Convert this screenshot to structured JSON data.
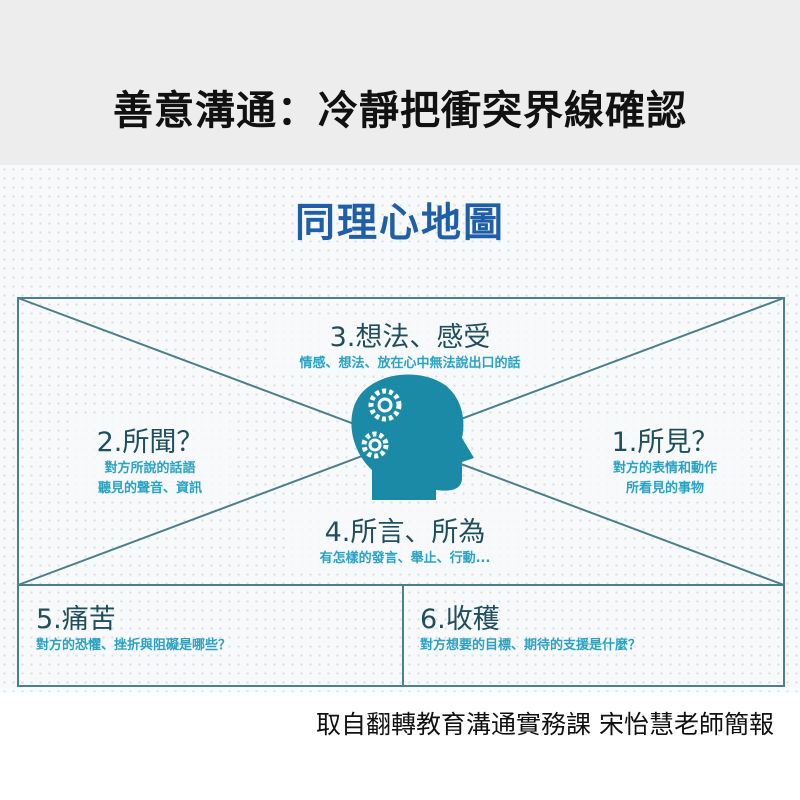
{
  "title": "善意溝通：冷靜把衝突界線確認",
  "diagram": {
    "heading": "同理心地圖",
    "q3": {
      "title": "3.想法、感受",
      "desc": "情感、想法、放在心中無法說出口的話"
    },
    "q2": {
      "title": "2.所聞？",
      "desc1": "對方所說的話語",
      "desc2": "聽見的聲音、資訊"
    },
    "q1": {
      "title": "1.所見？",
      "desc1": "對方的表情和動作",
      "desc2": "所看見的事物"
    },
    "q4": {
      "title": "4.所言、所為",
      "desc": "有怎樣的發言、舉止、行動..."
    },
    "q5": {
      "title": "5.痛苦",
      "desc": "對方的恐懼、挫折與阻礙是哪些？"
    },
    "q6": {
      "title": "6.收穫",
      "desc": "對方想要的目標、期待的支援是什麼？"
    },
    "colors": {
      "line": "#4a7f8c",
      "head": "#1a8aa6",
      "accent": "#2aa2c4"
    }
  },
  "credit": "取自翻轉教育溝通實務課 宋怡慧老師簡報"
}
